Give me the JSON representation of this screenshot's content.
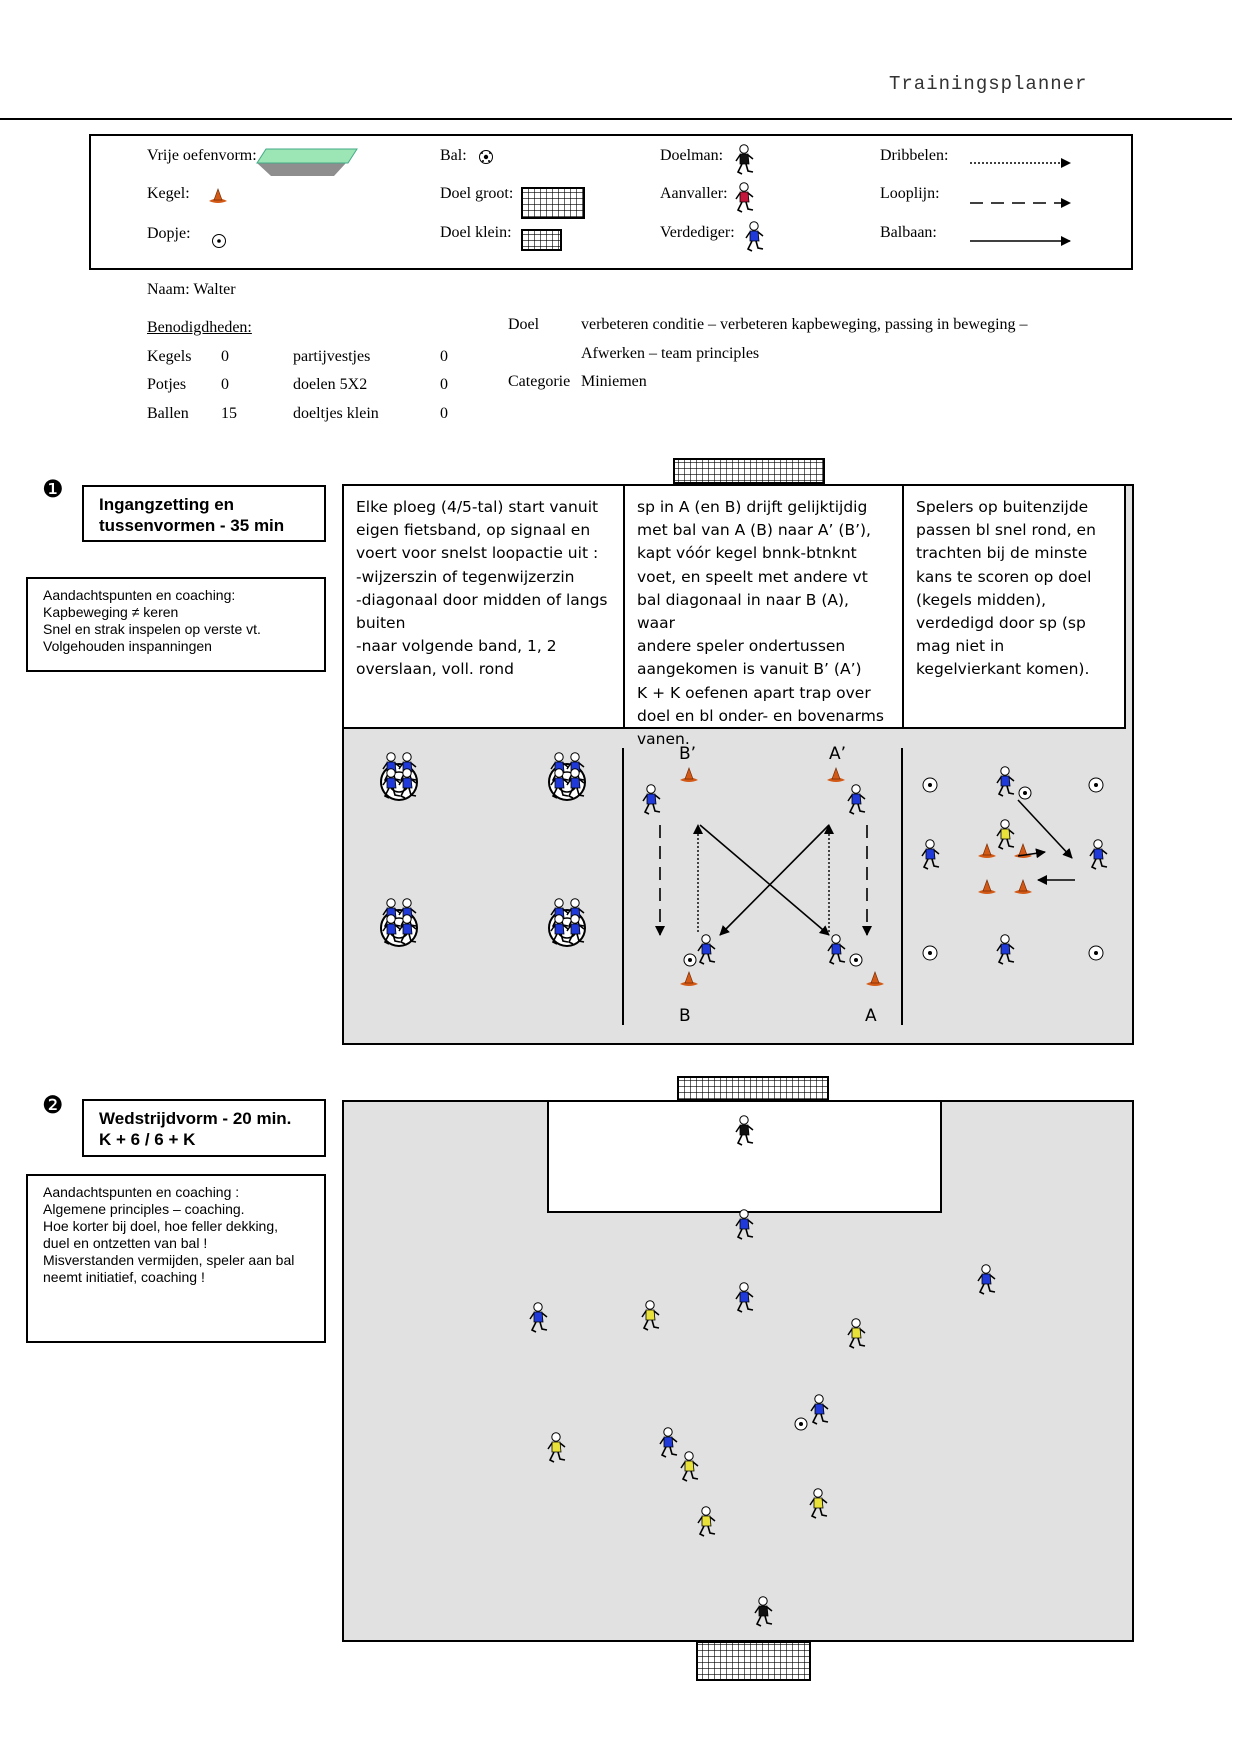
{
  "header": {
    "title": "Trainingsplanner"
  },
  "legend": {
    "vrije_oefenvorm": "Vrije oefenvorm:",
    "kegel": "Kegel:",
    "dopje": "Dopje:",
    "bal": "Bal:",
    "doel_groot": "Doel groot:",
    "doel_klein": "Doel klein:",
    "doelman": "Doelman:",
    "aanvaller": "Aanvaller:",
    "verdediger": "Verdediger:",
    "dribbelen": "Dribbelen:",
    "looplijn": "Looplijn:",
    "balbaan": "Balbaan:"
  },
  "info": {
    "naam": "Naam: Walter",
    "benodigdheden_title": "Benodigdheden:",
    "materials": [
      {
        "label": "Kegels",
        "value": "0",
        "label2": "partijvestjes",
        "value2": "0"
      },
      {
        "label": "Potjes",
        "value": "0",
        "label2": "doelen 5X2",
        "value2": "0"
      },
      {
        "label": "Ballen",
        "value": "15",
        "label2": "doeltjes klein",
        "value2": "0"
      }
    ],
    "doel_label": "Doel",
    "doel_line1": "verbeteren conditie – verbeteren kapbeweging, passing in beweging  –",
    "doel_line2": "Afwerken  –  team principles",
    "categorie_label": "Categorie",
    "categorie_value": "Miniemen"
  },
  "section1": {
    "number": "❶",
    "title": "Ingangzetting en\ntussenvormen - 35 min",
    "coaching": "Aandachtspunten en coaching:\nKapbeweging ≠ keren\nSnel en strak inspelen op verste vt.\nVolgehouden inspanningen",
    "col1": "Elke ploeg (4/5-tal) start vanuit\neigen fietsband, op signaal en\nvoert voor snelst loopactie uit :\n-wijzerszin of tegenwijzerzin\n-diagonaal door midden of langs\n  buiten\n-naar volgende band, 1, 2\n overslaan, voll. rond",
    "col2": "sp in A (en B) drijft gelijktijdig\nmet bal van A (B) naar A’ (B’),\nkapt vóór kegel bnnk-btnknt\nvoet, en speelt met andere vt\nbal diagonaal in naar B (A), waar\nandere speler ondertussen\naangekomen is vanuit B’ (A’)\nK + K oefenen apart trap over\ndoel en bl onder- en bovenarms\nvanen.",
    "col3": "Spelers op buitenzijde\npassen bl snel rond, en\ntrachten bij de minste\nkans te scoren op doel\n(kegels midden),\nverdedigd door sp (sp\nmag niet in\nkegelvierkant komen).",
    "labels": {
      "b_prime": "B’",
      "a_prime": "A’",
      "b": "B",
      "a": "A"
    }
  },
  "section2": {
    "number": "❷",
    "title": "Wedstrijdvorm - 20 min.\nK + 6 / 6 + K",
    "coaching": "Aandachtspunten en coaching :\nAlgemene principles – coaching.\nHoe korter bij doel, hoe feller dekking,\nduel en ontzetten van bal !\nMisverstanden vermijden, speler aan bal\nneemt initiatief, coaching !"
  },
  "colors": {
    "blue": "#1f3ad8",
    "yellow": "#e9e23a",
    "cone": "#d35a16",
    "field": "#e1e1e1",
    "legend_green": "#9be6b4",
    "legend_gray": "#8e8e8e"
  }
}
